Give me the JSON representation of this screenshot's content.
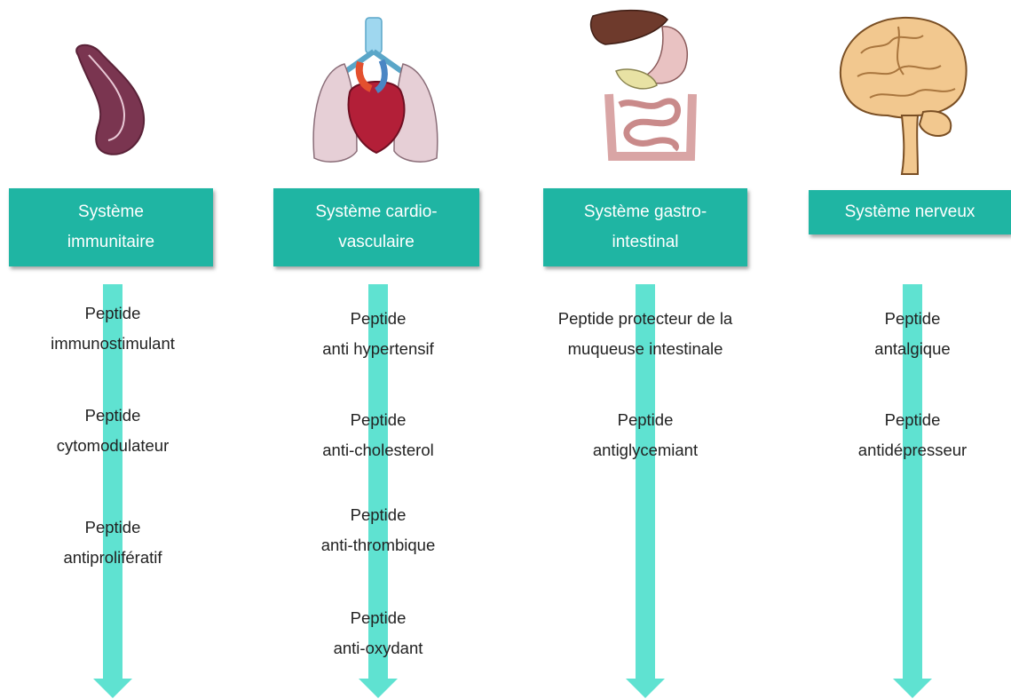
{
  "columns": [
    {
      "organ_icon": "spleen-icon",
      "system_lines": [
        "Système",
        "immunitaire"
      ],
      "peptides": [
        [
          "Peptide",
          "immunostimulant"
        ],
        [
          "Peptide",
          "cytomodulateur"
        ],
        [
          "Peptide",
          "antiprolifératif"
        ]
      ]
    },
    {
      "organ_icon": "heart-lungs-icon",
      "system_lines": [
        "Système cardio-",
        "vasculaire"
      ],
      "peptides": [
        [
          "Peptide",
          "anti hypertensif"
        ],
        [
          "Peptide",
          "anti-cholesterol"
        ],
        [
          "Peptide",
          "anti-thrombique"
        ],
        [
          "Peptide",
          "anti-oxydant"
        ]
      ]
    },
    {
      "organ_icon": "digestive-system-icon",
      "system_lines": [
        "Système gastro-",
        "intestinal"
      ],
      "peptides": [
        [
          "Peptide protecteur de la",
          "muqueuse intestinale"
        ],
        [
          "Peptide",
          "antiglycemiant"
        ]
      ]
    },
    {
      "organ_icon": "brain-icon",
      "system_lines": [
        "Système nerveux"
      ],
      "peptides": [
        [
          "Peptide",
          "antalgique"
        ],
        [
          "Peptide",
          "antidépresseur"
        ]
      ]
    }
  ],
  "colors": {
    "box": "#1fb5a3",
    "arrow": "#5fe2d1",
    "text": "#222222"
  }
}
